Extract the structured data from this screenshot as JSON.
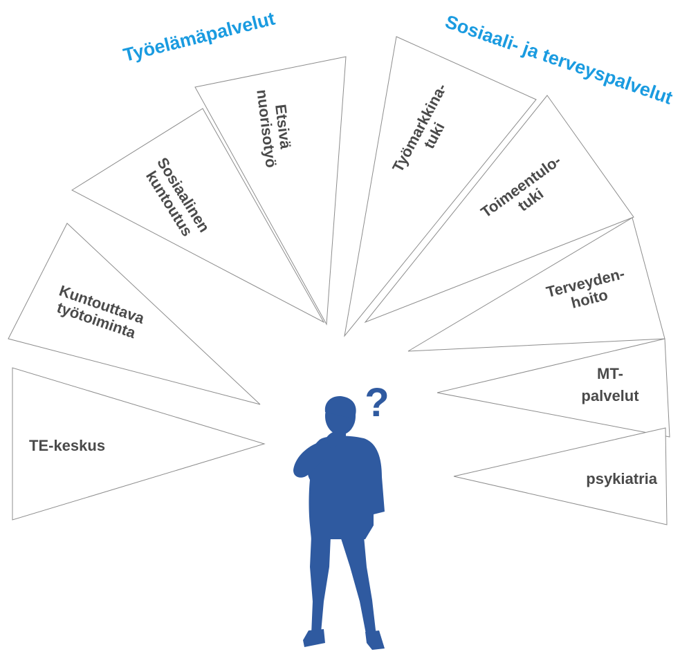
{
  "categories": {
    "work": "Työelämäpalvelut",
    "social": "Sosiaali- ja terveyspalvelut"
  },
  "services": {
    "te_keskus": "TE-keskus",
    "kuntouttava_line1": "Kuntouttava",
    "kuntouttava_line2": "työtoiminta",
    "sosiaalinen_line1": "Sosiaalinen",
    "sosiaalinen_line2": "kuntoutus",
    "etsiva_line1": "Etsivä",
    "etsiva_line2": "nuorisotyö",
    "tyomarkkina_line1": "Työmarkkina-",
    "tyomarkkina_line2": "tuki",
    "toimeentulo_line1": "Toimeentulo-",
    "toimeentulo_line2": "tuki",
    "terveyden_line1": "Terveyden-",
    "terveyden_line2": "hoito",
    "mt_line1": "MT-",
    "mt_line2": "palvelut",
    "psykiatria": "psykiatria"
  },
  "question_mark": "?",
  "colors": {
    "category_text": "#1a9be0",
    "service_text": "#4a4a4a",
    "person": "#2f5aa0",
    "pennant_border": "#8c8c8c"
  }
}
